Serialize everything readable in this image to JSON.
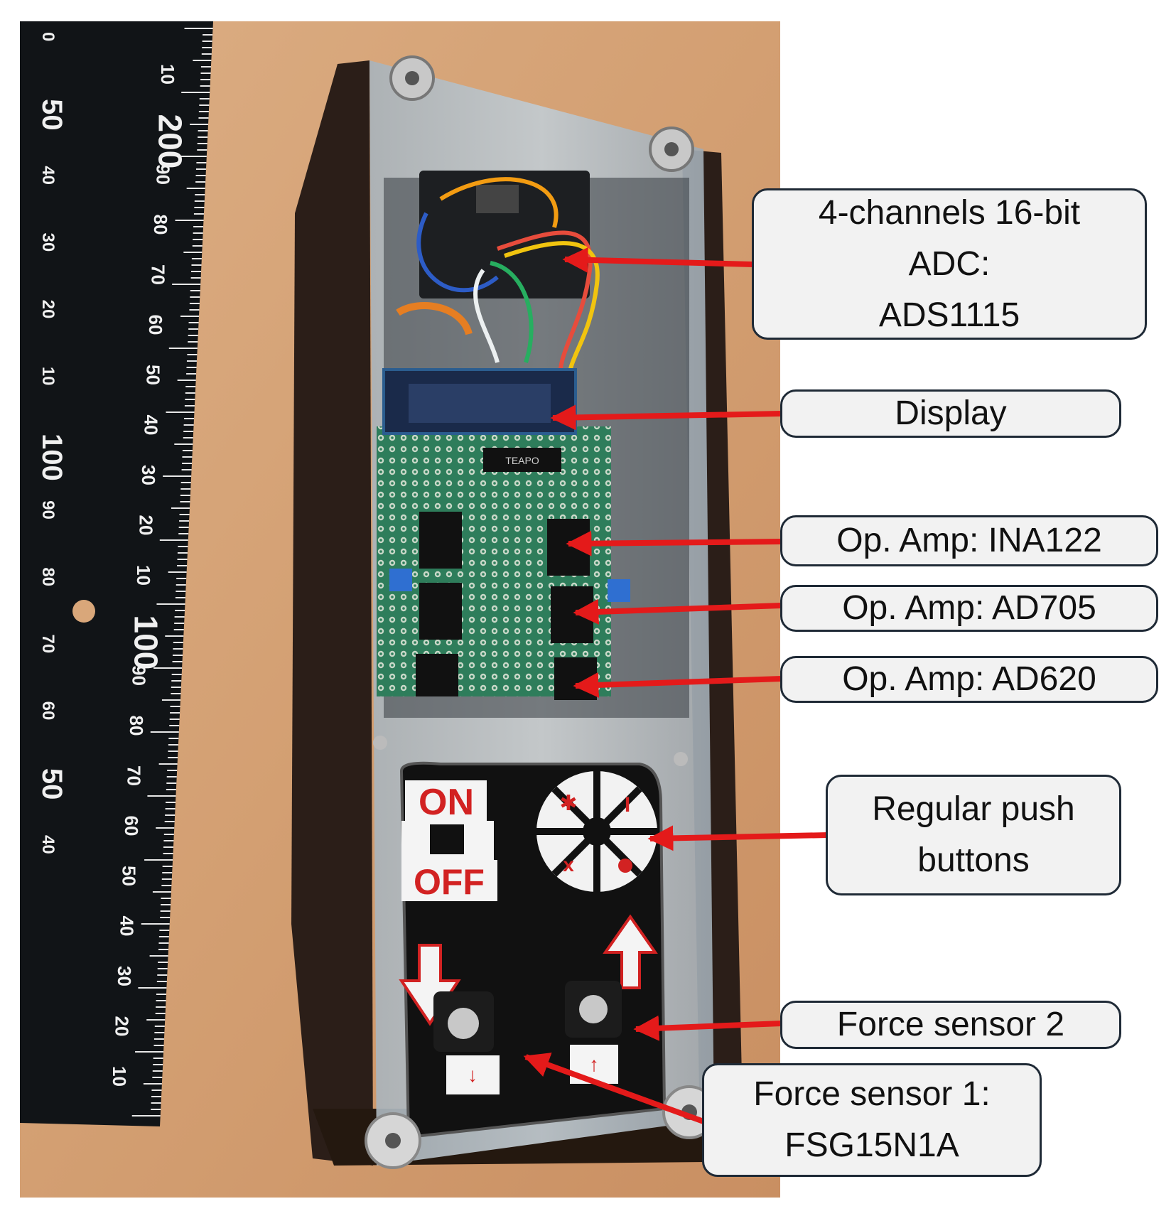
{
  "colors": {
    "background": "#ffffff",
    "table_wood": "#d9a77a",
    "ruler_black": "#111417",
    "ruler_marks": "#e8e8e8",
    "enclosure_wood": "#2b1e18",
    "acrylic_cover": "#b9c2c8",
    "pcb_green": "#2e7d5b",
    "arrow_red": "#e41a1a",
    "callout_fill": "#f2f2f2",
    "callout_border": "#1f2a36",
    "switch_label_red": "#d22222"
  },
  "ruler": {
    "inner_numbers": [
      "10",
      "200",
      "90",
      "80",
      "70",
      "60",
      "50",
      "40",
      "30",
      "20",
      "10",
      "100",
      "90",
      "80",
      "70",
      "60",
      "50",
      "40",
      "30",
      "20",
      "10"
    ],
    "outer_numbers": [
      "0",
      "50",
      "40",
      "30",
      "20",
      "10",
      "100",
      "90",
      "80",
      "70",
      "60",
      "50",
      "40"
    ]
  },
  "device": {
    "switch_on_label": "ON",
    "switch_off_label": "OFF",
    "chip_marking": "TEAPO"
  },
  "callouts": {
    "adc": "4-channels 16-bit\nADC:\nADS1115",
    "display": "Display",
    "ina122": "Op. Amp: INA122",
    "ad705": "Op. Amp: AD705",
    "ad620": "Op. Amp: AD620",
    "push_buttons": "Regular push\nbuttons",
    "force_sensor_2": "Force sensor 2",
    "force_sensor_1": "Force sensor 1:\nFSG15N1A"
  },
  "icons": {
    "push_button_symbols": [
      "sun-icon",
      "i-icon",
      "circle-icon",
      "x-icon"
    ],
    "direction_arrows": [
      "arrow-down-icon",
      "arrow-up-icon"
    ]
  }
}
